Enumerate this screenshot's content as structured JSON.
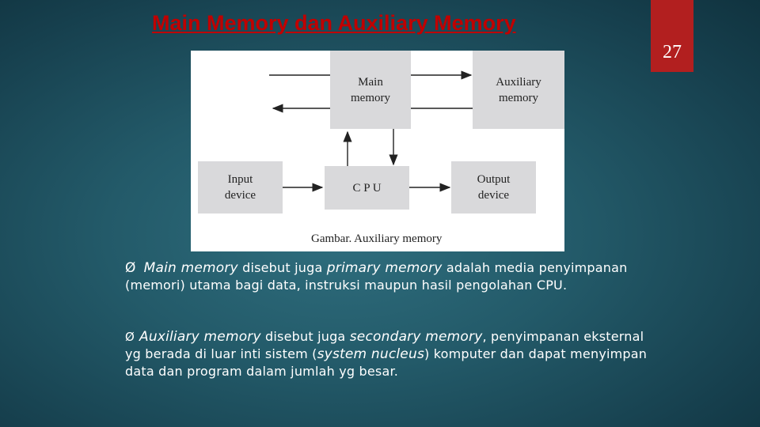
{
  "title": "Main Memory dan Auxiliary Memory",
  "page_number": "27",
  "diagram": {
    "main_memory": [
      "Main",
      "memory"
    ],
    "auxiliary_memory": [
      "Auxiliary",
      "memory"
    ],
    "input_device": [
      "Input",
      "device"
    ],
    "cpu": "C P U",
    "output_device": [
      "Output",
      "device"
    ],
    "caption": "Gambar. Auxiliary memory"
  },
  "paragraphs": {
    "p1": {
      "bullet": "Ø",
      "term": "Main memory",
      "text_a": " disebut juga ",
      "term2": "primary memory",
      "text_b": " adalah media penyimpanan (memori) utama bagi data, instruksi maupun hasil pengolahan CPU."
    },
    "p2": {
      "bullet": "Ø",
      "term": "Auxiliary memory",
      "text_a": " disebut juga ",
      "term2": "secondary memory",
      "text_b": ", penyimpanan eksternal yg berada di luar inti sistem (",
      "term3": "system nucleus",
      "text_c": ") komputer dan dapat menyimpan data dan program dalam jumlah yg besar."
    }
  }
}
